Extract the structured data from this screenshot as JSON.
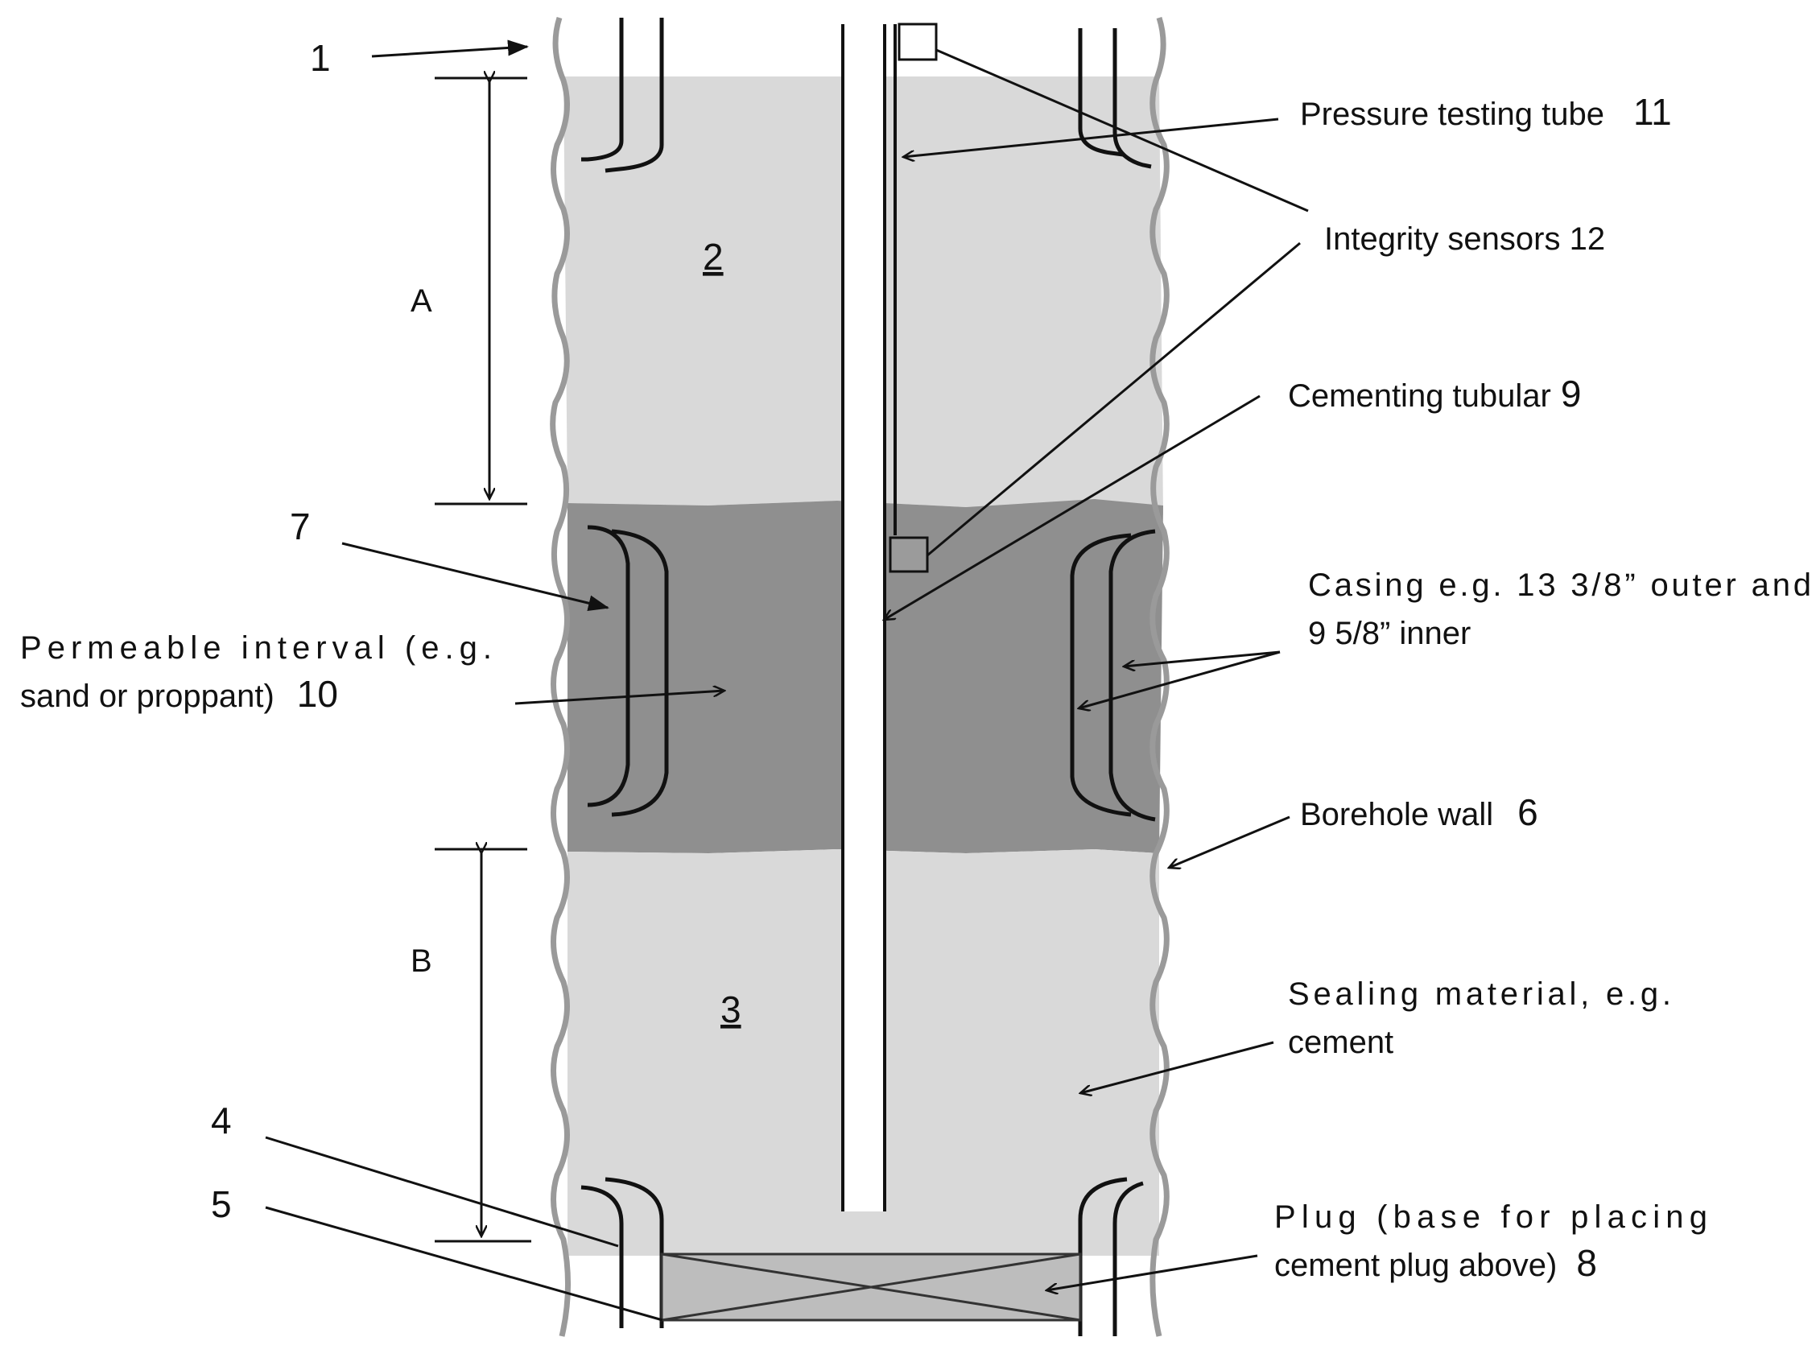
{
  "diagram": {
    "callouts": {
      "n1": "1",
      "n7": "7",
      "n4": "4",
      "n5": "5",
      "dimA": "A",
      "dimB": "B",
      "zone2": "2",
      "zone3": "3"
    },
    "labels": {
      "pressure_tube": "Pressure testing tube",
      "pressure_tube_num": "11",
      "integrity_sensors": "Integrity sensors 12",
      "cementing_tubular": "Cementing tubular",
      "cementing_tubular_num": "9",
      "casing_line1": "Casing e.g. 13 3/8” outer and",
      "casing_line2": "9 5/8” inner",
      "permeable_line1": "Permeable interval (e.g.",
      "permeable_line2": "sand or proppant)",
      "permeable_num": "10",
      "borehole_wall": "Borehole wall",
      "borehole_wall_num": "6",
      "sealing_line1": "Sealing material, e.g.",
      "sealing_line2": "cement",
      "plug_line1": "Plug (base for placing",
      "plug_line2": "cement plug above)",
      "plug_num": "8"
    },
    "colors": {
      "sealing_fill": "#d9d9d9",
      "permeable_fill": "#8f8f8f",
      "plug_fill": "#bdbdbd",
      "wall_stroke": "#9a9a9a",
      "ink": "#111111"
    }
  }
}
